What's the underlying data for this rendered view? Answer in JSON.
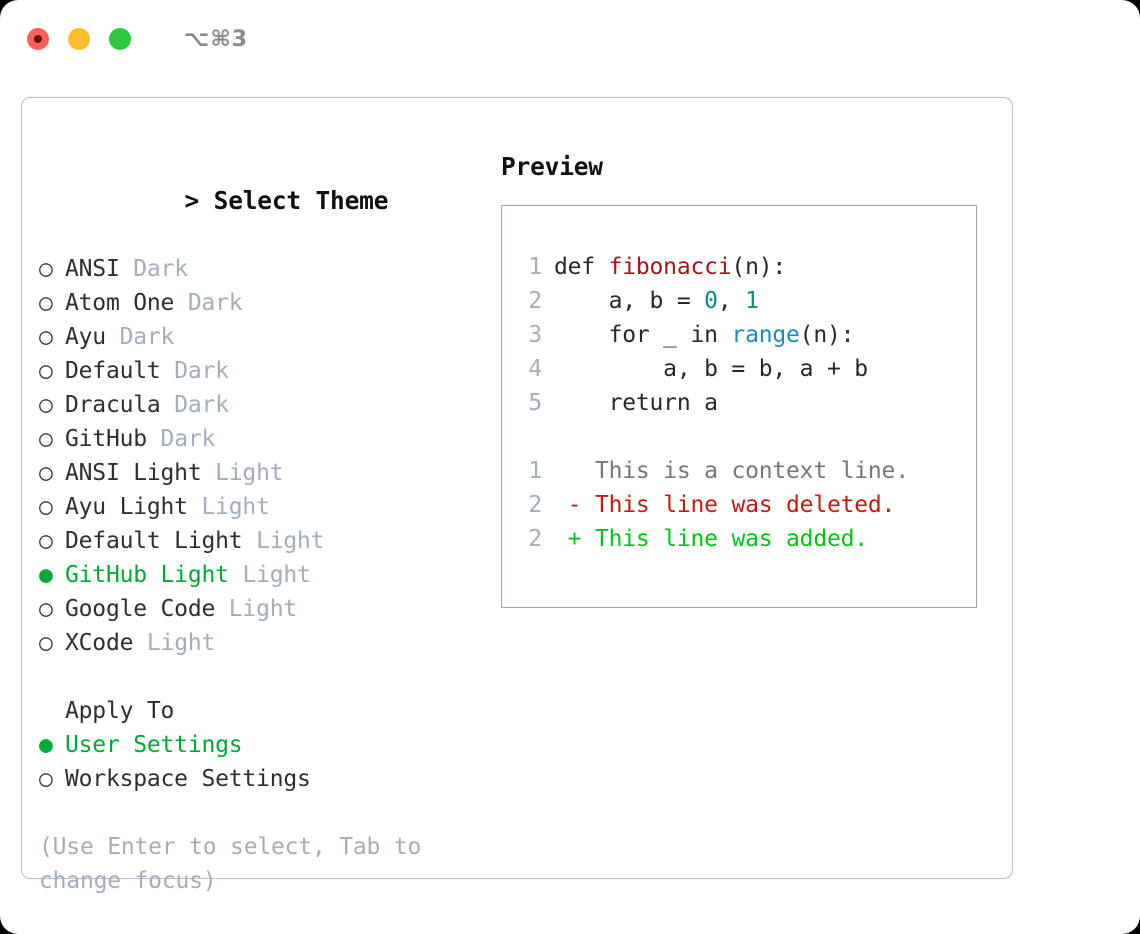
{
  "titlebar": {
    "shortcut": "⌥⌘3",
    "buttons": [
      {
        "name": "close",
        "color": "#ff6159"
      },
      {
        "name": "minimize",
        "color": "#ffbd2e"
      },
      {
        "name": "zoom",
        "color": "#2bc840"
      }
    ]
  },
  "theme_section": {
    "caret": ">",
    "title": "Select Theme",
    "items": [
      {
        "marker": "○",
        "name": "ANSI",
        "tag": "Dark",
        "selected": false
      },
      {
        "marker": "○",
        "name": "Atom One",
        "tag": "Dark",
        "selected": false
      },
      {
        "marker": "○",
        "name": "Ayu",
        "tag": "Dark",
        "selected": false
      },
      {
        "marker": "○",
        "name": "Default",
        "tag": "Dark",
        "selected": false
      },
      {
        "marker": "○",
        "name": "Dracula",
        "tag": "Dark",
        "selected": false
      },
      {
        "marker": "○",
        "name": "GitHub",
        "tag": "Dark",
        "selected": false
      },
      {
        "marker": "○",
        "name": "ANSI Light",
        "tag": "Light",
        "selected": false
      },
      {
        "marker": "○",
        "name": "Ayu Light",
        "tag": "Light",
        "selected": false
      },
      {
        "marker": "○",
        "name": "Default Light",
        "tag": "Light",
        "selected": false
      },
      {
        "marker": "●",
        "name": "GitHub Light",
        "tag": "Light",
        "selected": true
      },
      {
        "marker": "○",
        "name": "Google Code",
        "tag": "Light",
        "selected": false
      },
      {
        "marker": "○",
        "name": "XCode",
        "tag": "Light",
        "selected": false
      }
    ]
  },
  "apply_section": {
    "title": "Apply To",
    "items": [
      {
        "marker": "●",
        "name": "User Settings",
        "selected": true
      },
      {
        "marker": "○",
        "name": "Workspace Settings",
        "selected": false
      }
    ]
  },
  "hint": "(Use Enter to select, Tab to change focus)",
  "preview": {
    "title": "Preview",
    "code_lines": [
      {
        "no": "1",
        "tokens": [
          {
            "t": "def ",
            "c": "plain"
          },
          {
            "t": "fibonacci",
            "c": "fn"
          },
          {
            "t": "(n):",
            "c": "plain"
          }
        ]
      },
      {
        "no": "2",
        "tokens": [
          {
            "t": "    a, b = ",
            "c": "plain"
          },
          {
            "t": "0",
            "c": "num"
          },
          {
            "t": ", ",
            "c": "plain"
          },
          {
            "t": "1",
            "c": "num"
          }
        ]
      },
      {
        "no": "3",
        "tokens": [
          {
            "t": "    for _ in ",
            "c": "plain"
          },
          {
            "t": "range",
            "c": "call"
          },
          {
            "t": "(n):",
            "c": "plain"
          }
        ]
      },
      {
        "no": "4",
        "tokens": [
          {
            "t": "        a, b = b, a + b",
            "c": "plain"
          }
        ]
      },
      {
        "no": "5",
        "tokens": [
          {
            "t": "    return a",
            "c": "plain"
          }
        ]
      }
    ],
    "diff_lines": [
      {
        "no": "1",
        "marker": " ",
        "text": "This is a context line.",
        "kind": "ctx"
      },
      {
        "no": "2",
        "marker": "-",
        "text": "This line was deleted.",
        "kind": "del"
      },
      {
        "no": "2",
        "marker": "+",
        "text": "This line was added.",
        "kind": "add"
      }
    ]
  },
  "colors": {
    "selected_green": "#00a838",
    "muted": "#a3adbb",
    "border": "#b6bfcb",
    "preview_border": "#9aa6b4",
    "fn_red": "#a6151a",
    "num_teal": "#0a8f85",
    "call_blue": "#1a8cb8",
    "diff_del": "#c01c12",
    "diff_add": "#00c512",
    "diff_ctx": "#777777"
  }
}
